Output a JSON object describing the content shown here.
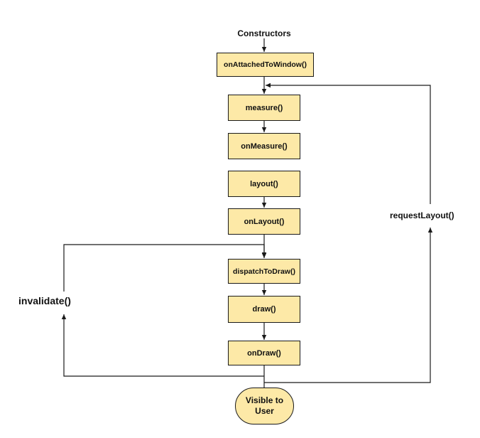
{
  "diagram": {
    "start_label": "Constructors",
    "nodes": {
      "attached": "onAttachedToWindow()",
      "measure": "measure()",
      "on_measure": "onMeasure()",
      "layout": "layout()",
      "on_layout": "onLayout()",
      "dispatch": "dispatchToDraw()",
      "draw": "draw()",
      "on_draw": "onDraw()"
    },
    "end": {
      "line1": "Visible to",
      "line2": "User"
    },
    "loops": {
      "invalidate": "invalidate()",
      "request_layout": "requestLayout()"
    },
    "colors": {
      "box_fill": "#fde9a7",
      "line": "#1a1a1a"
    }
  }
}
